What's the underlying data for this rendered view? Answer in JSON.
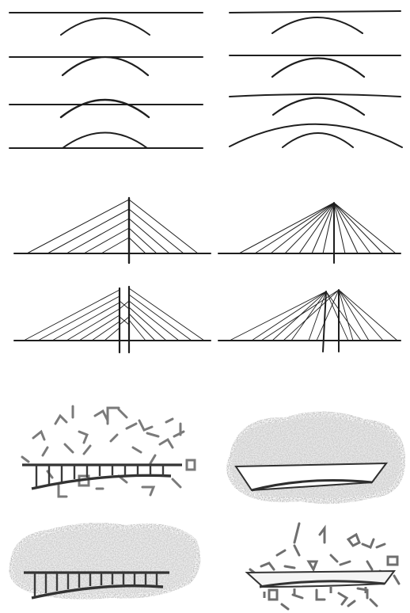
{
  "figure": {
    "groups": [
      {
        "id": "deck-arch-relations",
        "cells": 8
      },
      {
        "id": "cable-stayed-towers",
        "cells": 4
      },
      {
        "id": "sketched-contexts",
        "cells": 4
      }
    ]
  },
  "ink_color": "#1e1e1e",
  "scribble_color": "#8a8a8a"
}
